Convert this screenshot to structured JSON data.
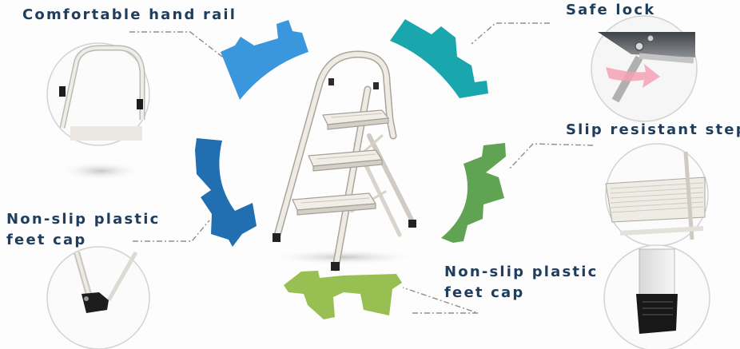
{
  "features": [
    {
      "id": "hand-rail",
      "lines": [
        "Comfortable hand rail"
      ]
    },
    {
      "id": "safe-lock",
      "lines": [
        "Safe lock"
      ]
    },
    {
      "id": "slip-step",
      "lines": [
        "Slip resistant step"
      ]
    },
    {
      "id": "feet-cap-left",
      "lines": [
        "Non-slip plastic",
        "feet cap"
      ]
    },
    {
      "id": "feet-cap-center",
      "lines": [
        "Non-slip plastic",
        "feet cap"
      ]
    }
  ],
  "colors": {
    "label_text": "#1f3d5c",
    "gear_light_blue": "#3a97dd",
    "gear_teal": "#19a6ad",
    "gear_dark_blue": "#216fb0",
    "gear_green": "#5fa353",
    "gear_lime": "#97bf52",
    "ladder_frame": "#ece9e2",
    "leader_line": "#8e8e8e"
  },
  "icons": [
    "gear-segment",
    "ladder-illustration",
    "detail-circle"
  ]
}
